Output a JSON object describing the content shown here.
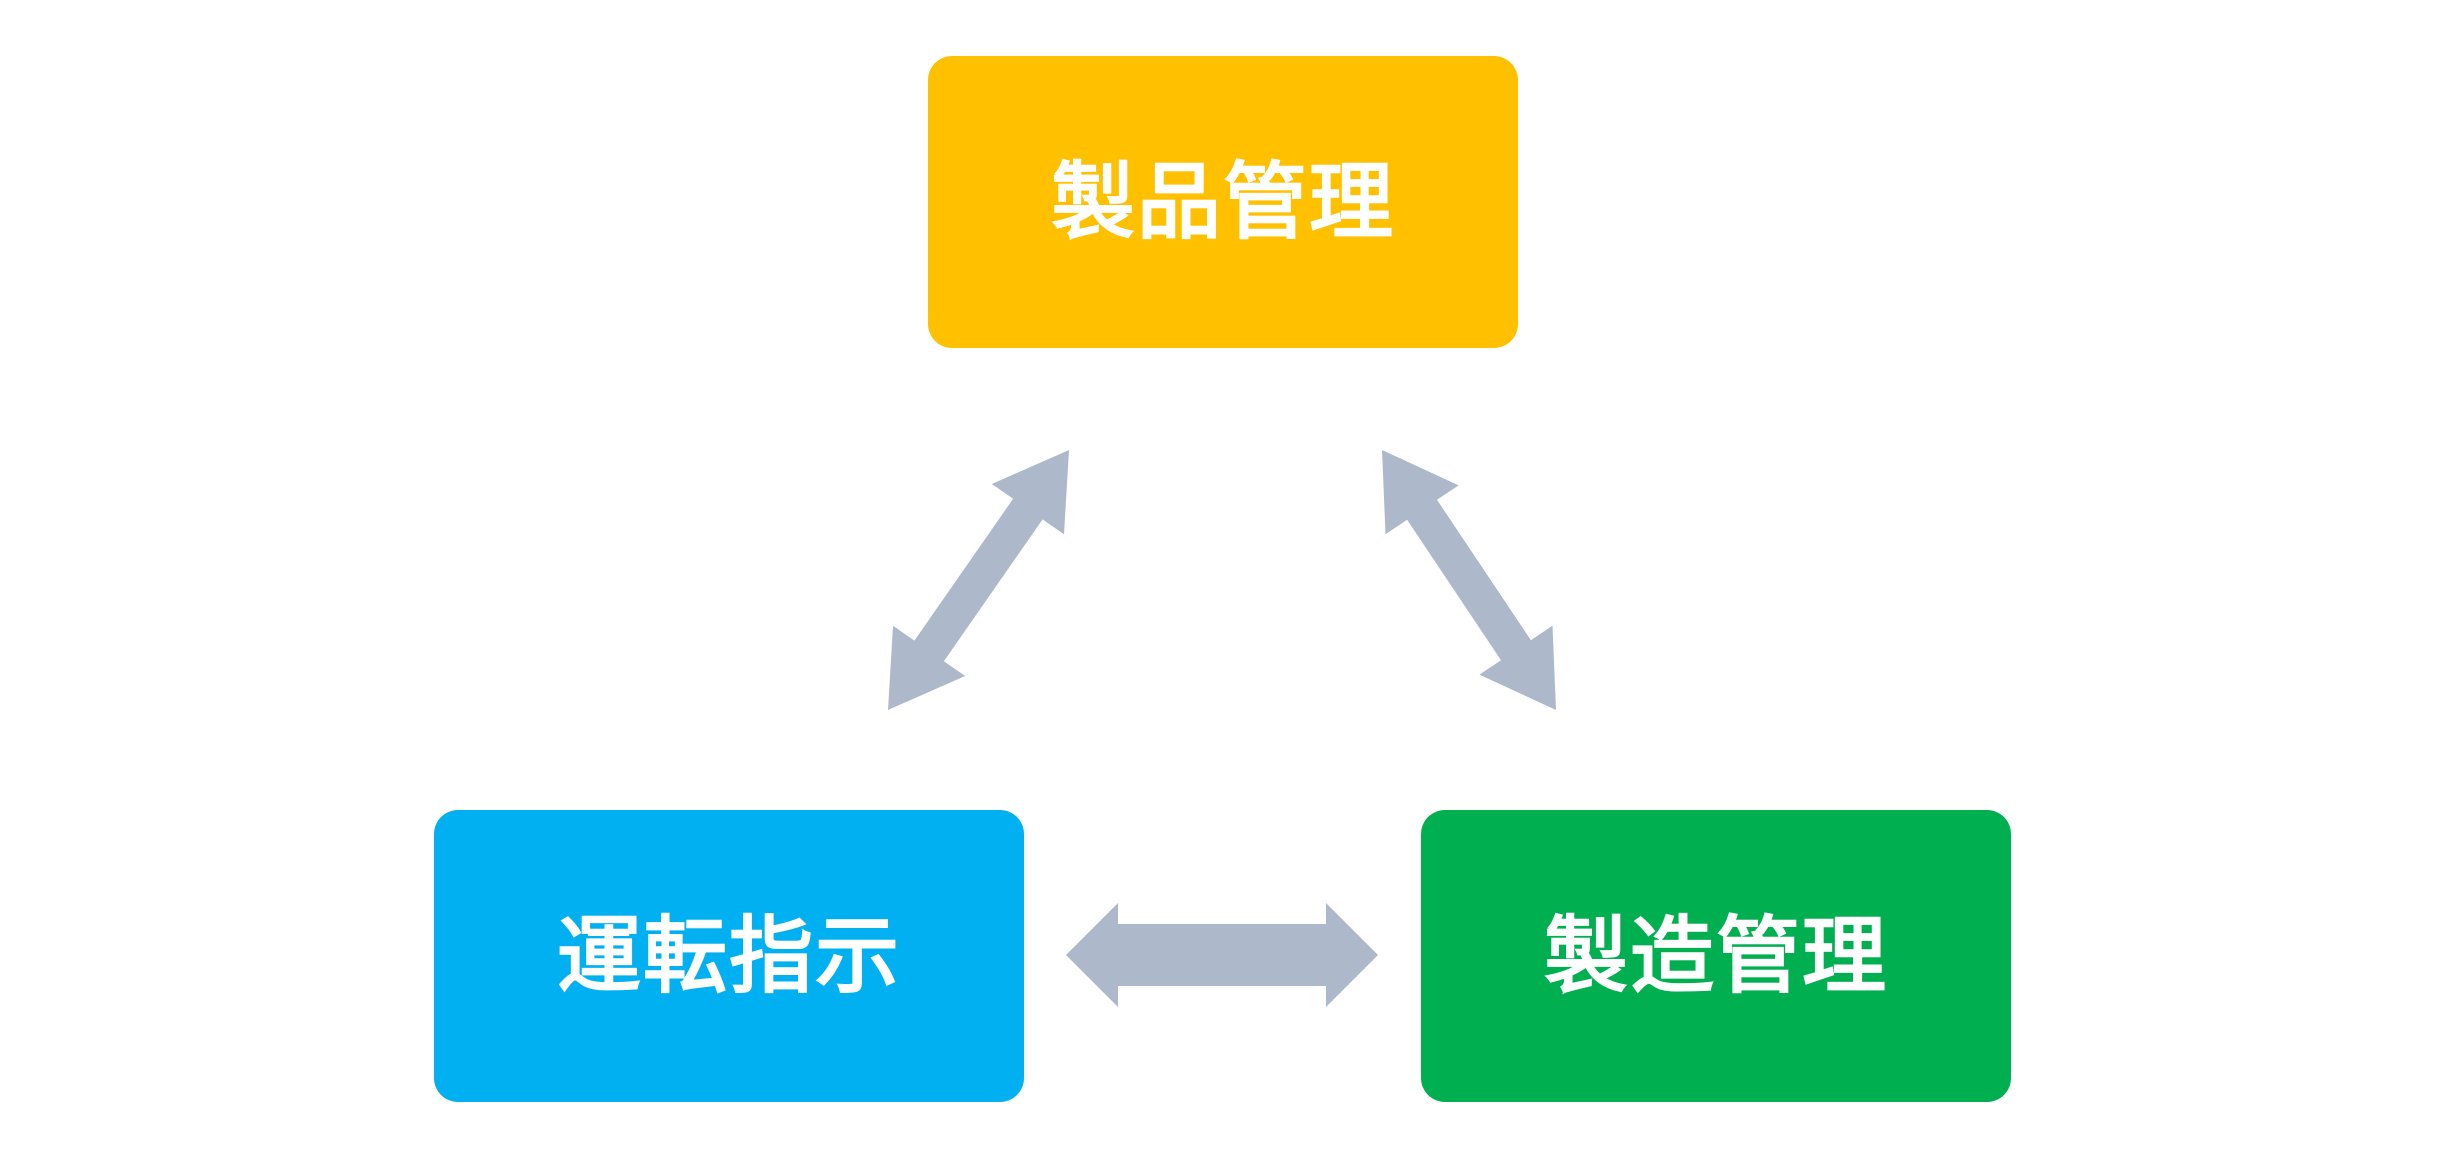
{
  "nodes": {
    "product": {
      "label": "製品管理",
      "color": "#FFC000"
    },
    "operation": {
      "label": "運転指示",
      "color": "#00B0F0"
    },
    "manufacturing": {
      "label": "製造管理",
      "color": "#00B050"
    }
  },
  "connectors": {
    "color": "#ADB9CA",
    "edges": [
      {
        "from": "product",
        "to": "operation",
        "type": "bidirectional"
      },
      {
        "from": "product",
        "to": "manufacturing",
        "type": "bidirectional"
      },
      {
        "from": "operation",
        "to": "manufacturing",
        "type": "bidirectional"
      }
    ]
  }
}
